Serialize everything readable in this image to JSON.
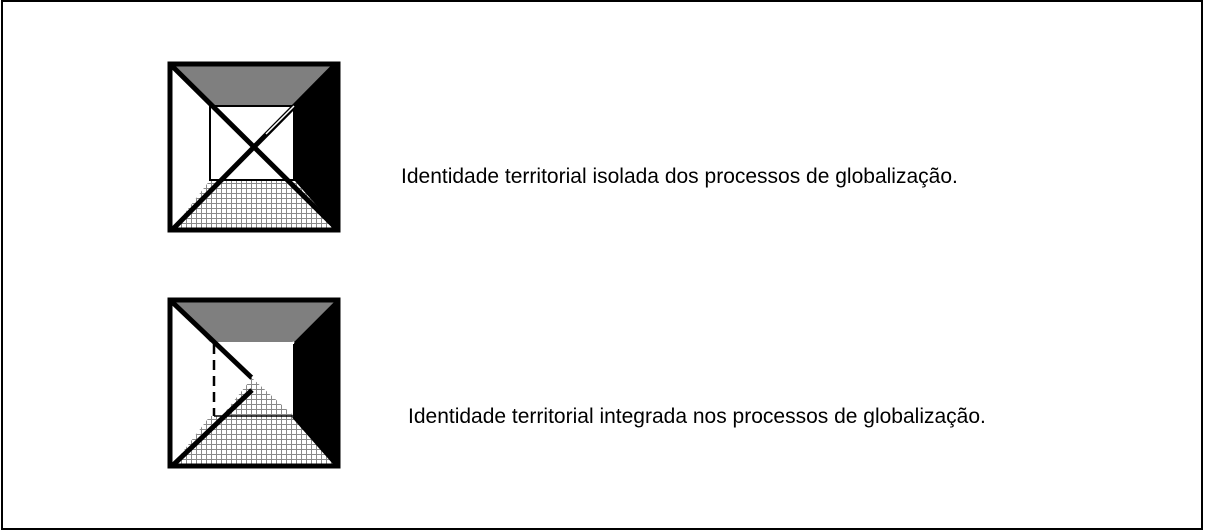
{
  "legend": {
    "items": [
      {
        "symbol": "isolated-identity-pyramid-symbol",
        "label": "Identidade territorial isolada dos processos de globalização."
      },
      {
        "symbol": "integrated-identity-pyramid-symbol",
        "label": "Identidade territorial integrada nos processos de globalização."
      }
    ]
  },
  "colors": {
    "top_face": "#7f7f7f",
    "right_face": "#000000",
    "left_face": "#ffffff",
    "bottom_hatch_line": "#8a8a8a",
    "outline": "#000000"
  }
}
